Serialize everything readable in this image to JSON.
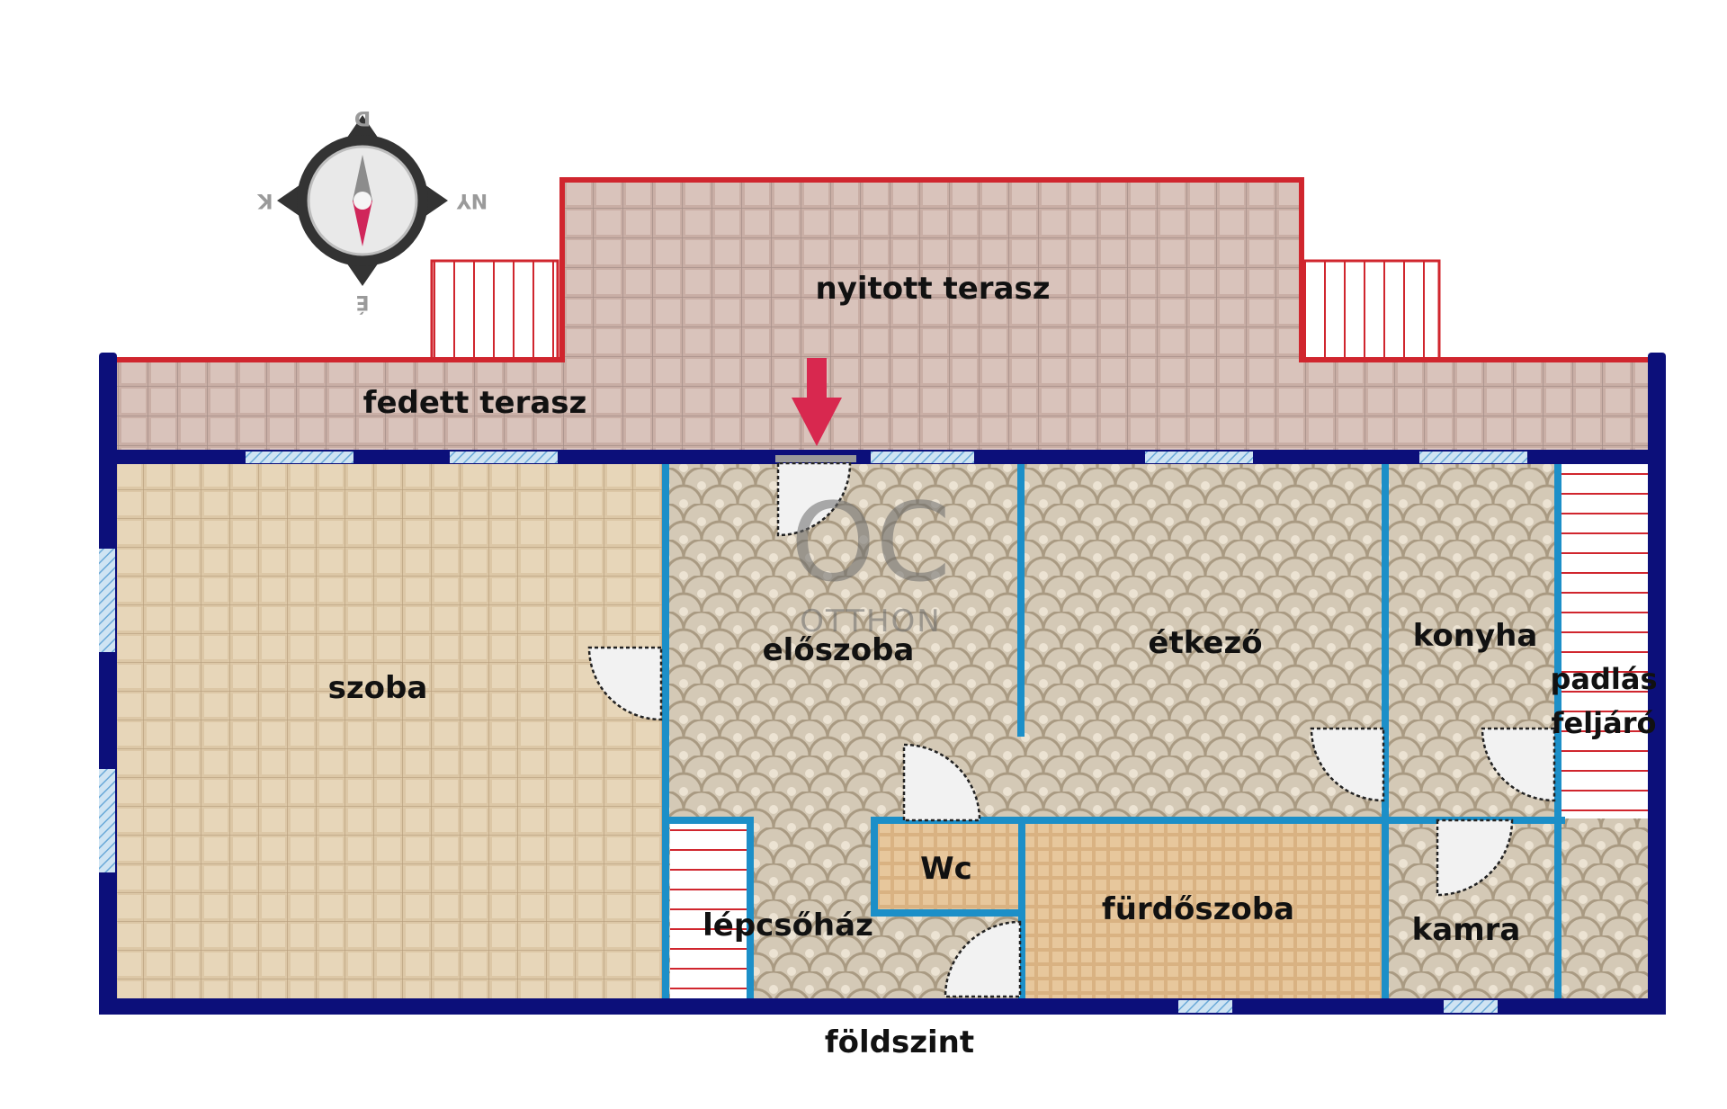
{
  "rooms": {
    "nyitott_terasz": "nyitott terasz",
    "fedett_terasz": "fedett terasz",
    "szoba": "szoba",
    "eloszoba": "előszoba",
    "etkezo": "étkező",
    "konyha": "konyha",
    "padlas_line1": "padlás",
    "padlas_line2": "feljáró",
    "wc": "Wc",
    "furdoszoba": "fürdőszoba",
    "lepcsohaz": "lépcsőház",
    "kamra": "kamra"
  },
  "floor_label": "földszint",
  "compass": {
    "n": "D",
    "s": "É",
    "w": "K",
    "e": "NY"
  },
  "watermark": {
    "logo": "OC",
    "text": "OTTHON"
  },
  "colors": {
    "outer_wall": "#0c0f7a",
    "inner_wall": "#1c8fc8",
    "terrace_outline": "#d0262e",
    "entrance_arrow": "#d8284f",
    "window": "#8fc3e8"
  }
}
